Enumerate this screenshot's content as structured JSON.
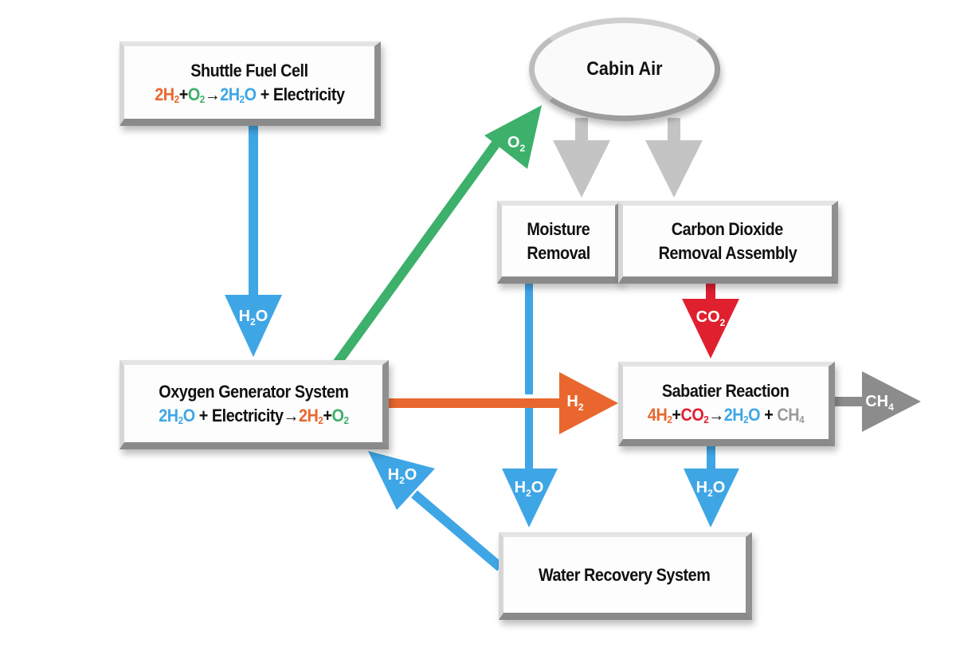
{
  "colors": {
    "h2": "#e9672e",
    "o2": "#3db06b",
    "h2o": "#3fa6e6",
    "co2": "#e0202f",
    "ch4": "#9a9a9a",
    "air": "#c4c4c4",
    "methane_arrow": "#8c8c8c"
  },
  "nodes": {
    "cabin_air": {
      "label": "Cabin Air"
    },
    "fuel_cell": {
      "title": "Shuttle Fuel Cell",
      "equation": [
        {
          "t": "2H",
          "sub": "2",
          "c": "h2"
        },
        {
          "t": "+",
          "c": "k"
        },
        {
          "t": "O",
          "sub": "2",
          "c": "o2"
        },
        {
          "t": "→",
          "c": "k"
        },
        {
          "t": "2H",
          "sub": "2",
          "t2": "O",
          "c": "h2o"
        },
        {
          "t": " + ",
          "c": "k"
        },
        {
          "t": "Electricity",
          "c": "k"
        }
      ]
    },
    "oxygen_generator": {
      "title": "Oxygen Generator System",
      "equation": [
        {
          "t": "2H",
          "sub": "2",
          "t2": "O",
          "c": "h2o"
        },
        {
          "t": " + ",
          "c": "k"
        },
        {
          "t": "Electricity",
          "c": "k"
        },
        {
          "t": "→",
          "c": "k"
        },
        {
          "t": "2H",
          "sub": "2",
          "c": "h2"
        },
        {
          "t": "+",
          "c": "k"
        },
        {
          "t": "O",
          "sub": "2",
          "c": "o2"
        }
      ]
    },
    "moisture_removal": {
      "line1": "Moisture",
      "line2": "Removal"
    },
    "co2_removal": {
      "line1": "Carbon Dioxide",
      "line2": "Removal Assembly"
    },
    "sabatier": {
      "title": "Sabatier Reaction",
      "equation": [
        {
          "t": "4H",
          "sub": "2",
          "c": "h2"
        },
        {
          "t": "+",
          "c": "k"
        },
        {
          "t": "CO",
          "sub": "2",
          "c": "co2"
        },
        {
          "t": "→",
          "c": "k"
        },
        {
          "t": "2H",
          "sub": "2",
          "t2": "O",
          "c": "h2o"
        },
        {
          "t": " + ",
          "c": "k"
        },
        {
          "t": "CH",
          "sub": "4",
          "c": "ch4"
        }
      ]
    },
    "water_recovery": {
      "label": "Water Recovery System"
    }
  },
  "flows": {
    "fuelcell_to_ogs": {
      "label": "H",
      "sub": "2",
      "tail": "O"
    },
    "ogs_to_cabin": {
      "label": "O",
      "sub": "2",
      "tail": ""
    },
    "ogs_to_sabatier": {
      "label": "H",
      "sub": "2",
      "tail": ""
    },
    "co2_to_sabatier": {
      "label": "CO",
      "sub": "2",
      "tail": ""
    },
    "sabatier_out": {
      "label": "CH",
      "sub": "4",
      "tail": ""
    },
    "moisture_to_wrs": {
      "label": "H",
      "sub": "2",
      "tail": "O"
    },
    "sabatier_to_wrs": {
      "label": "H",
      "sub": "2",
      "tail": "O"
    },
    "wrs_to_ogs": {
      "label": "H",
      "sub": "2",
      "tail": "O"
    }
  }
}
